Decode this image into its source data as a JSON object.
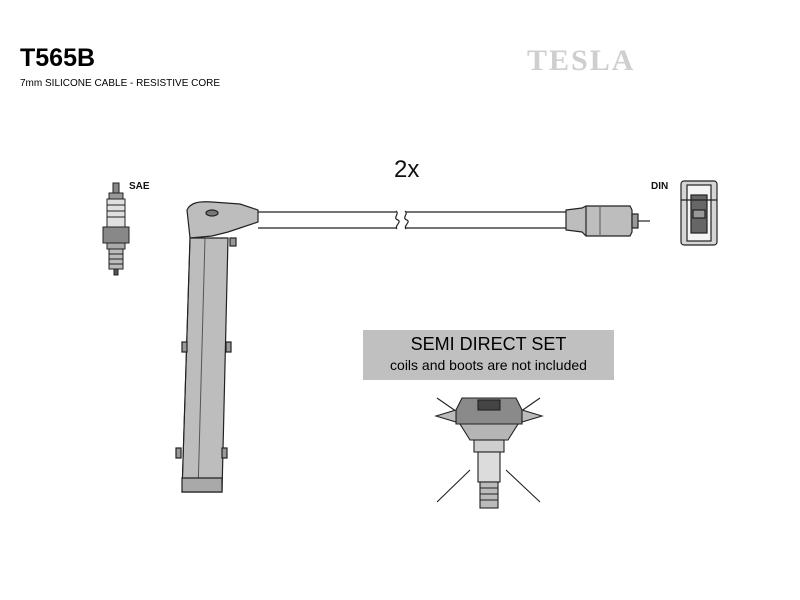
{
  "header": {
    "part_number": "T565B",
    "subtitle": "7mm SILICONE CABLE - RESISTIVE CORE",
    "brand": "TESLA"
  },
  "diagram": {
    "quantity": "2x",
    "left_terminal": "SAE",
    "right_terminal": "DIN"
  },
  "note": {
    "title": "SEMI DIRECT SET",
    "subtitle": "coils and boots are not included"
  },
  "colors": {
    "line": "#222222",
    "fill": "#bdbdbd",
    "note_bg": "#c0c0c0",
    "brand": "#cfcfcf"
  }
}
